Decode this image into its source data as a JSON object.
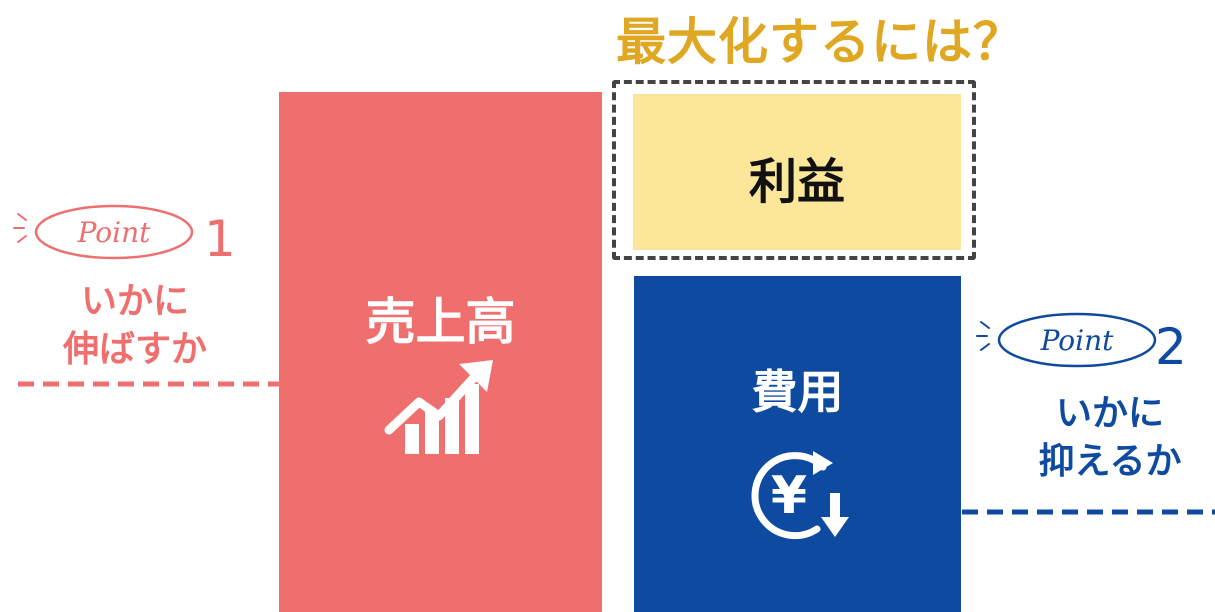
{
  "title": "最大化するには？",
  "sales": {
    "label": "売上高",
    "icon": "growth-chart-icon"
  },
  "profit": {
    "label": "利益"
  },
  "cost": {
    "label": "費用",
    "icon": "yen-decrease-icon"
  },
  "point1": {
    "badge": "Point",
    "number": "1",
    "line1": "いかに",
    "line2": "伸ばすか",
    "icon": "point-badge-icon"
  },
  "point2": {
    "badge": "Point",
    "number": "2",
    "line1": "いかに",
    "line2": "抑えるか",
    "icon": "point-badge-icon"
  },
  "colors": {
    "title": "#dfa722",
    "sales": "#ef6f6f",
    "profit": "#fbe69a",
    "cost": "#0f4aa1",
    "dash": "#444444"
  }
}
